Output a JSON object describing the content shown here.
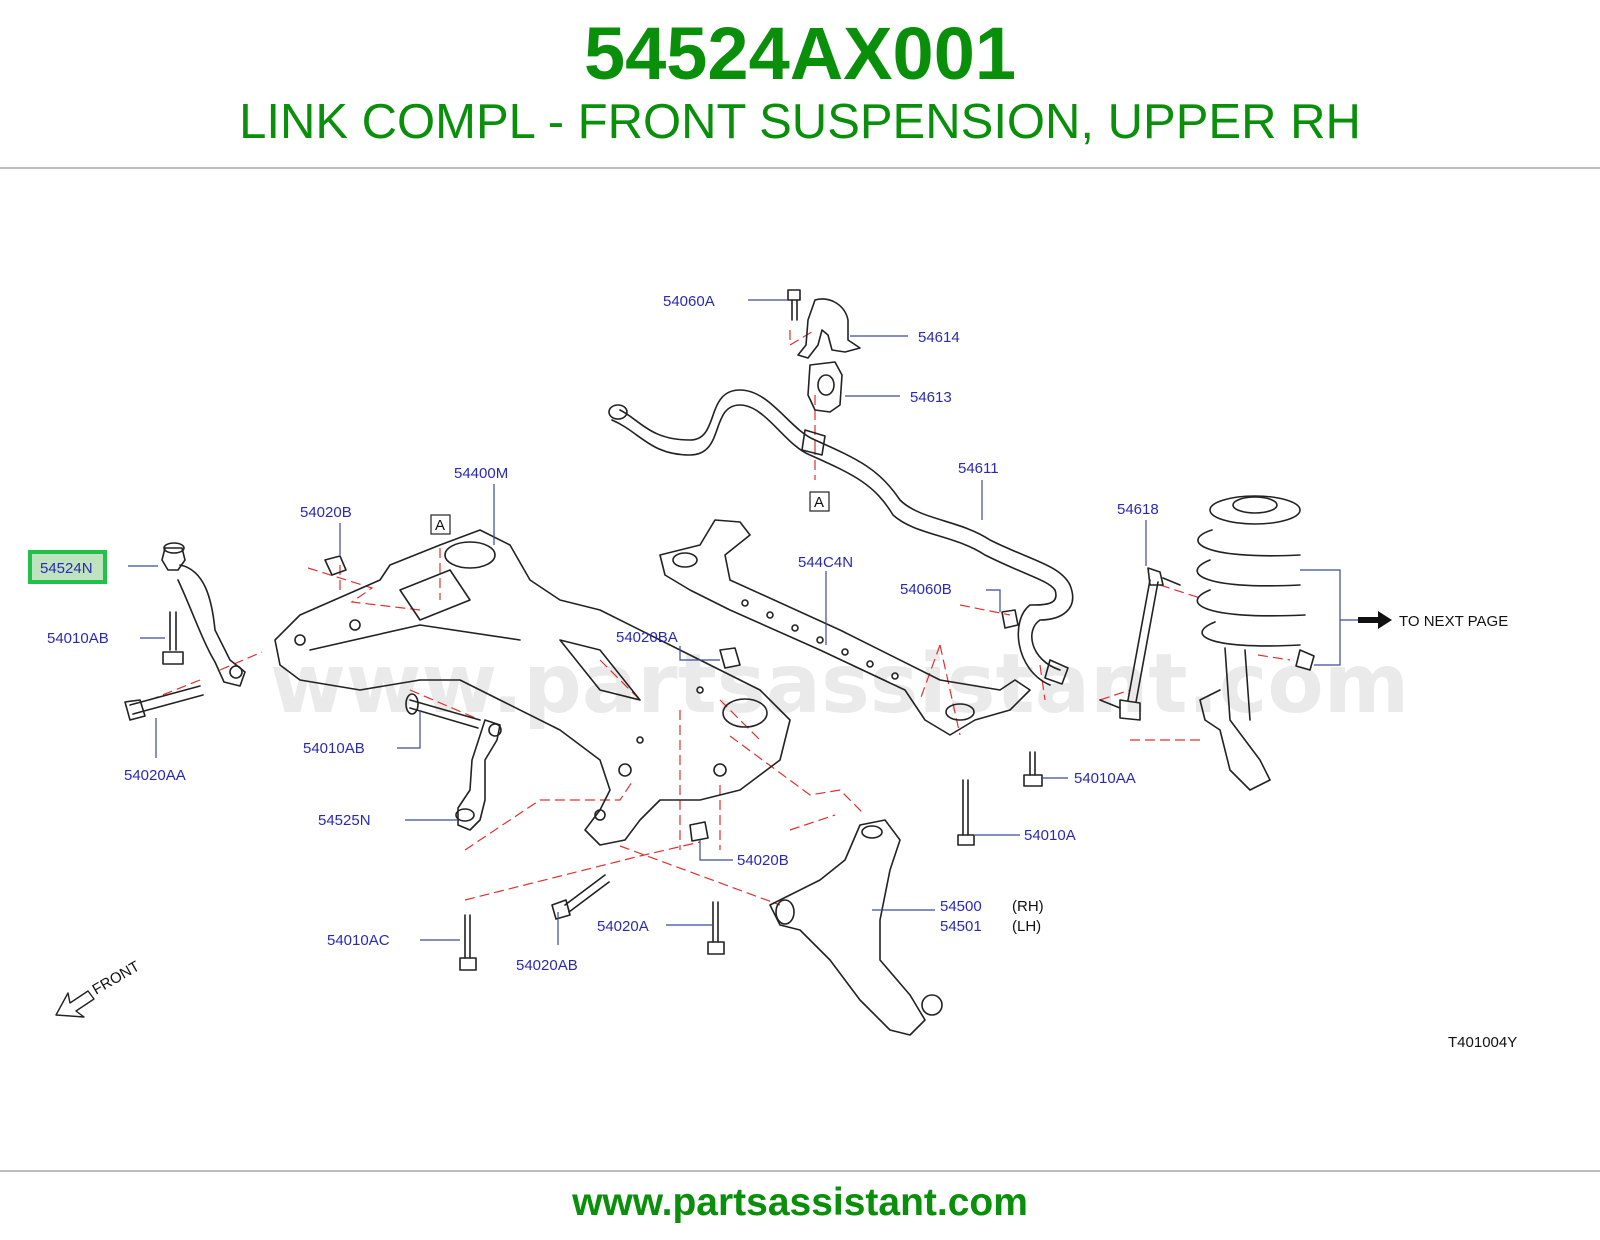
{
  "header": {
    "part_number": "54524AX001",
    "description": "LINK COMPL - FRONT SUSPENSION, UPPER RH"
  },
  "diagram": {
    "watermark": "www.partsassistant.com",
    "highlight_color": "#22c24a",
    "label_color": "#2a2ab0",
    "callouts": {
      "c54524N": "54524N",
      "c54010AB_1": "54010AB",
      "c54020AA": "54020AA",
      "c54010AB_2": "54010AB",
      "c54525N": "54525N",
      "c54010AC": "54010AC",
      "c54020AB": "54020AB",
      "c54020A": "54020A",
      "c54020B_1": "54020B",
      "c54020B_2": "54020B",
      "c54400M": "54400M",
      "c54020BA": "54020BA",
      "c544C4N": "544C4N",
      "c54060A": "54060A",
      "c54614": "54614",
      "c54613": "54613",
      "c54611": "54611",
      "c54618": "54618",
      "c54060B": "54060B",
      "c54010AA": "54010AA",
      "c54010A": "54010A",
      "c54500": "54500",
      "c54501": "54501",
      "rh": "(RH)",
      "lh": "(LH)",
      "marker_a1": "A",
      "marker_a2": "A",
      "next_page": "TO  NEXT  PAGE",
      "front": "FRONT",
      "drawing_code": "T401004Y"
    }
  },
  "footer": {
    "url": "www.partsassistant.com"
  }
}
